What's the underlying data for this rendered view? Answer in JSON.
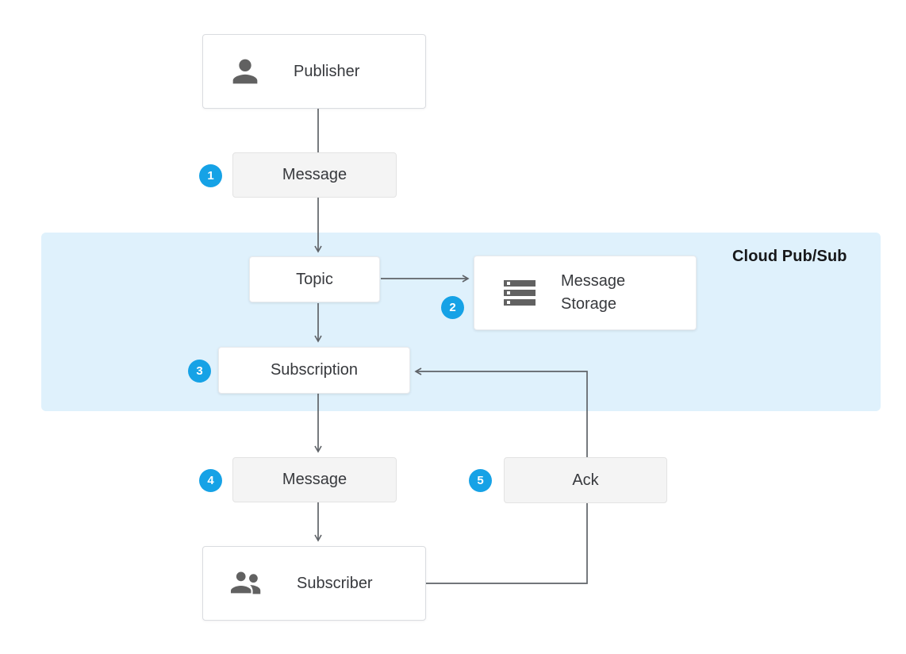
{
  "diagram": {
    "region_label": "Cloud Pub/Sub",
    "nodes": {
      "publisher": "Publisher",
      "message_in": "Message",
      "topic": "Topic",
      "message_storage": "Message Storage",
      "subscription": "Subscription",
      "message_out": "Message",
      "ack": "Ack",
      "subscriber": "Subscriber"
    },
    "steps": [
      "1",
      "2",
      "3",
      "4",
      "5"
    ],
    "icons": [
      "person-icon",
      "storage-icon",
      "people-icon"
    ],
    "colors": {
      "badge_blue": "#16a2e6",
      "region_blue": "#dff1fc",
      "connector_gray": "#5f6368",
      "icon_gray": "#616161",
      "node_border": "#dadce0",
      "gray_node_bg": "#f4f4f4"
    }
  }
}
